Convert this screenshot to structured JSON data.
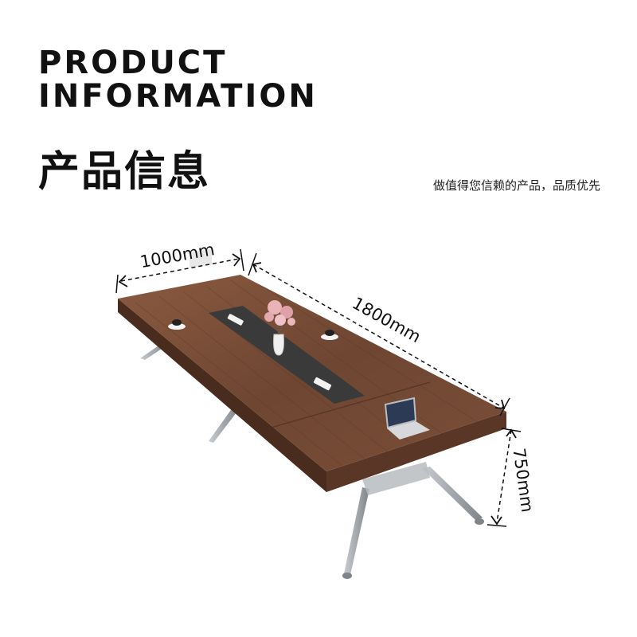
{
  "header": {
    "title_en_line1": "PRODUCT",
    "title_en_line2": "INFORMATION",
    "title_zh": "产品信息",
    "tagline": "做值得您信赖的产品，品质优先"
  },
  "dimensions": {
    "width": "1000mm",
    "length": "1800mm",
    "height": "750mm"
  },
  "colors": {
    "wood": "#6e4632",
    "wood_edge": "#4a2c1e",
    "cable_tray": "#3a3a3a",
    "metal": "#9a9ea3"
  },
  "illustration": {
    "subject": "conference-table",
    "icons": [
      "coffee-cup-icon",
      "laptop-icon",
      "flower-vase-icon"
    ]
  }
}
